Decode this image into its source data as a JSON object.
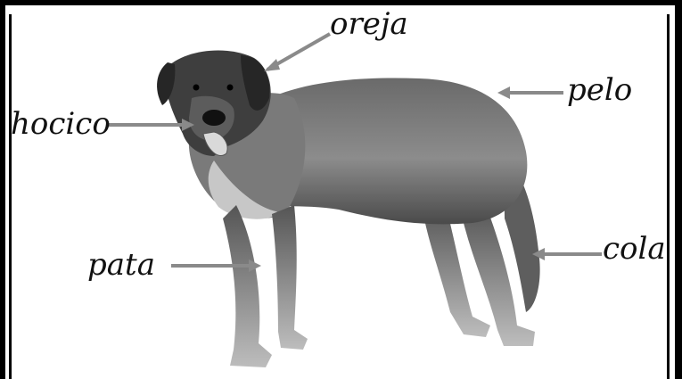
{
  "labels": {
    "oreja": "oreja",
    "pelo": "pelo",
    "hocico": "hocico",
    "pata": "pata",
    "cola": "cola"
  },
  "colors": {
    "arrow": "#8a8a8a",
    "frame": "#000000",
    "ink": "#111111"
  }
}
